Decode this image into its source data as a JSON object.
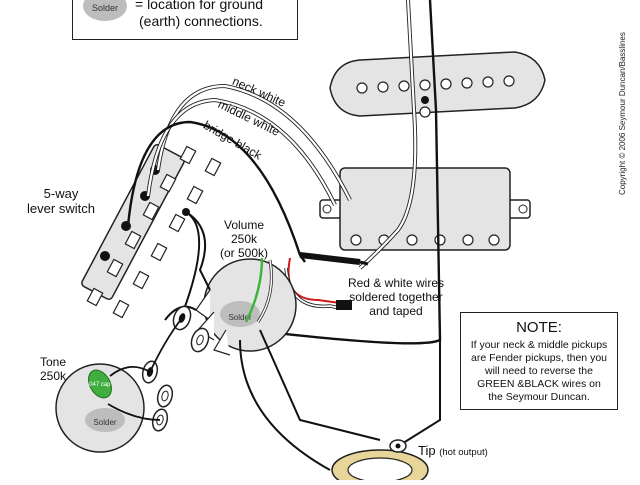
{
  "legend": {
    "solder_label": "Solder",
    "line1": "= location for ground",
    "line2": "(earth) connections."
  },
  "labels": {
    "switch_line1": "5-way",
    "switch_line2": "lever switch",
    "volume_line1": "Volume",
    "volume_line2": "250k",
    "volume_line3": "(or 500k)",
    "tone_line1": "Tone",
    "tone_line2": "250k",
    "neck_white": "neck white",
    "middle_white": "middle white",
    "bridge_black": "bridge black",
    "red_white_1": "Red & white wires",
    "red_white_2": "soldered together",
    "red_white_3": "and taped",
    "tip_main": "Tip",
    "tip_sub": "(hot output)",
    "solder_vol": "Solder",
    "solder_tone": "Solder",
    "cap_label": ".047 cap",
    "copyright": "Copyright © 2006 Seymour Duncan/Basslines"
  },
  "note": {
    "title": "NOTE:",
    "line1": "If your neck & middle pickups",
    "line2": "are Fender pickups, then you",
    "line3": "will need to reverse the",
    "line4": "GREEN &BLACK wires on",
    "line5": "the Seymour Duncan."
  },
  "colors": {
    "wire_black": "#111111",
    "wire_white": "#ffffff",
    "wire_red": "#d01818",
    "wire_green": "#3cb43c",
    "solder": "#bdbdbd",
    "pickup_fill": "#e4e4e4",
    "cap": "#3fae3f",
    "jack": "#e8d59a"
  }
}
